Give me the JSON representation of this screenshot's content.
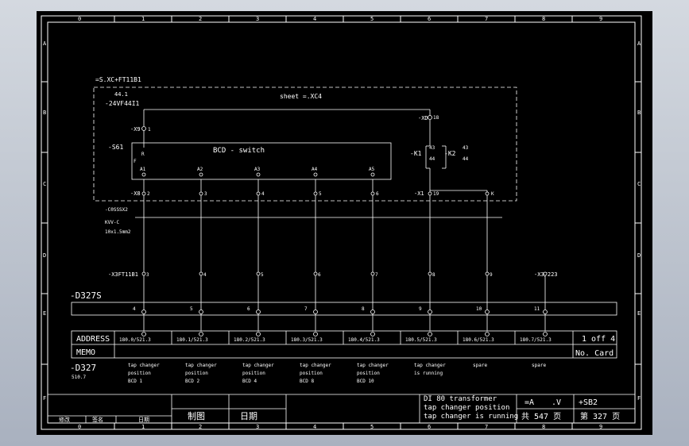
{
  "column_numbers": [
    "0",
    "1",
    "2",
    "3",
    "4",
    "5",
    "6",
    "7",
    "8",
    "9"
  ],
  "row_letters": [
    "A",
    "B",
    "C",
    "D",
    "E",
    "F"
  ],
  "top_ref": "=S.XC+FT11B1",
  "ref_44_1": "44.1",
  "supply_label": "-24VF44I1",
  "sheet_label": "sheet =.XC4",
  "terminal_x9_label": "-X9",
  "terminal_x9_num": "1",
  "switch_tag": "-S61",
  "switch_r": "R",
  "switch_f": "F",
  "switch_title": "BCD - switch",
  "switch_pins": [
    "A1",
    "A2",
    "A3",
    "A4",
    "A5"
  ],
  "xd_label": "-XD",
  "xd_num": "18",
  "relay_k1": "-K1",
  "relay_k2": "-K2",
  "contact_43": "43",
  "contact_44": "44",
  "x8_label": "-X8",
  "x8_terms": [
    "2",
    "3",
    "4",
    "5",
    "6"
  ],
  "x1_label": "-X1",
  "x1_term": "19",
  "x1_term2": "K",
  "cable_lines": [
    "-C0SSSX2",
    "KVV-C",
    "10x1.5mm2"
  ],
  "x3_label": "-X3FT11B1",
  "x3_terms": [
    "3",
    "4",
    "5",
    "6",
    "7",
    "8",
    "9"
  ],
  "x3_223": "-X3/223",
  "d327s": "-D327S",
  "d327s_terms": [
    "4",
    "5",
    "6",
    "7",
    "8",
    "9",
    "10",
    "11"
  ],
  "address_label": "ADDRESS",
  "addresses": [
    "180.0/521.3",
    "180.1/521.3",
    "180.2/521.3",
    "180.3/521.3",
    "180.4/521.3",
    "180.5/521.3",
    "180.6/521.3",
    "180.7/521.3"
  ],
  "memo_label": "MEMO",
  "card_count": "1 off 4",
  "card_label": "No. Card",
  "d327": "-D327",
  "d327_ref": "510.7",
  "descriptions": [
    [
      "tap changer",
      "position",
      "BCD 1"
    ],
    [
      "tap changer",
      "position",
      "BCD 2"
    ],
    [
      "tap changer",
      "position",
      "BCD 4"
    ],
    [
      "tap changer",
      "position",
      "BCD 8"
    ],
    [
      "tap changer",
      "position",
      "BCD 10"
    ],
    [
      "tap changer",
      "is running",
      ""
    ],
    [
      "spare",
      "",
      ""
    ],
    [
      "spare",
      "",
      ""
    ]
  ],
  "title_lines": [
    "DI 80 transformer",
    "tap changer position",
    "tap changer is running"
  ],
  "equals_a": "=A",
  "dot_v": ".V",
  "sb2": "+SB2",
  "total_pages": "共 547 页",
  "page_no": "第  327 页",
  "drawn_label": "制图",
  "date_label": "日期",
  "rev_labels": [
    "修改",
    "签名",
    "日期"
  ]
}
